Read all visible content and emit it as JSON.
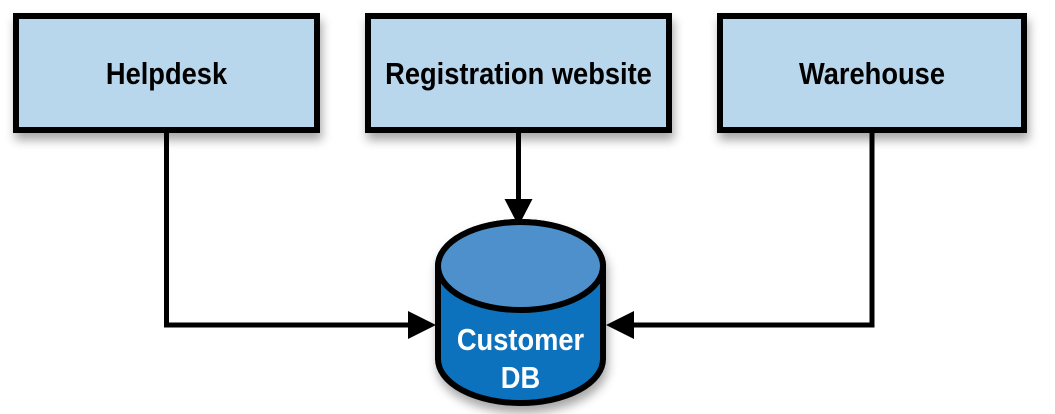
{
  "diagram": {
    "type": "architecture-flow",
    "nodes": [
      {
        "id": "helpdesk",
        "label": "Helpdesk",
        "shape": "box"
      },
      {
        "id": "registration-website",
        "label": "Registration website",
        "shape": "box"
      },
      {
        "id": "warehouse",
        "label": "Warehouse",
        "shape": "box"
      },
      {
        "id": "customer-db",
        "label": "Customer DB",
        "label_lines": [
          "Customer",
          "DB"
        ],
        "shape": "database-cylinder"
      }
    ],
    "edges": [
      {
        "from": "Helpdesk",
        "to": "Customer DB",
        "style": "orthogonal-arrow",
        "enters": "left-side"
      },
      {
        "from": "Registration website",
        "to": "Customer DB",
        "style": "straight-arrow",
        "enters": "top"
      },
      {
        "from": "Warehouse",
        "to": "Customer DB",
        "style": "orthogonal-arrow",
        "enters": "right-side"
      }
    ],
    "colors": {
      "box_fill": "#b8d6ec",
      "box_border": "#000000",
      "db_body_fill": "#0d72bd",
      "db_top_fill": "#4e90cb",
      "db_border": "#000000",
      "db_text": "#ffffff",
      "line": "#000000",
      "background": "#ffffff"
    }
  }
}
